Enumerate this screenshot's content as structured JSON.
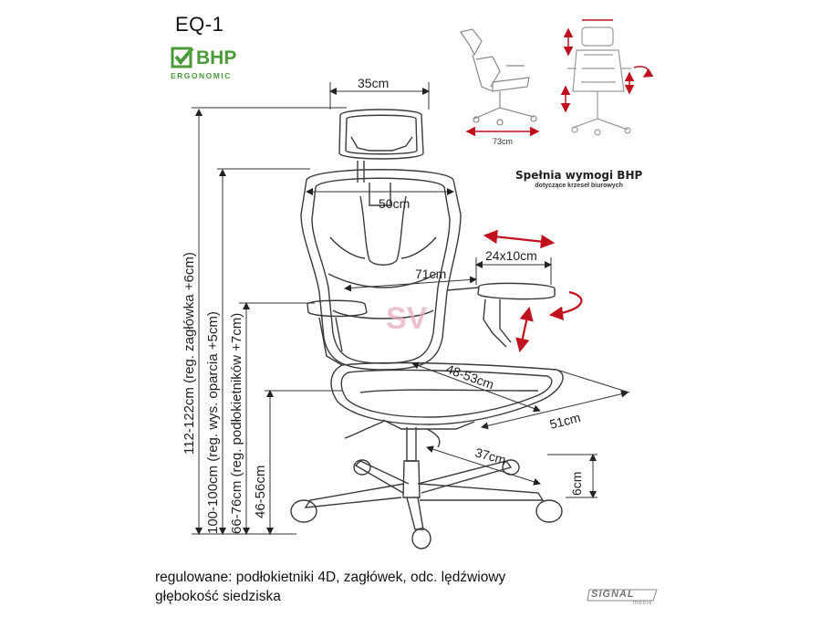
{
  "product": {
    "model": "EQ-1"
  },
  "logo": {
    "brand": "BHP",
    "sub": "ERGONOMIC"
  },
  "compliance": {
    "title": "Spełnia wymogi BHP",
    "subtitle": "dotyczące krzeseł biurowych"
  },
  "dimensions": {
    "headrest_width": "35cm",
    "back_width": "50cm",
    "armrest_pad": "24x10cm",
    "armrest_span": "71cm",
    "seat_depth": "48-53cm",
    "seat_width": "51cm",
    "base_radius": "37cm",
    "wheel_height": "6cm",
    "overall_height": "112-122cm (reg. zagłówka +6cm)",
    "back_height": "100-100cm (reg. wys. oparcia +5cm)",
    "armrest_height": "66-76cm (reg. podłokietników +7cm)",
    "seat_height": "46-56cm",
    "side_view_depth": "73cm"
  },
  "caption": {
    "line1": "regulowane: podłokietniki 4D, zagłówek, odc. lędźwiowy",
    "line2": "głębokość siedziska"
  },
  "signal": {
    "name": "SIGNAL",
    "sub": "meble"
  },
  "colors": {
    "outline": "#3a3a3a",
    "arrow_red": "#c0121e",
    "logo_green": "#4a9a3a",
    "watermark": "#e6a8c0"
  }
}
